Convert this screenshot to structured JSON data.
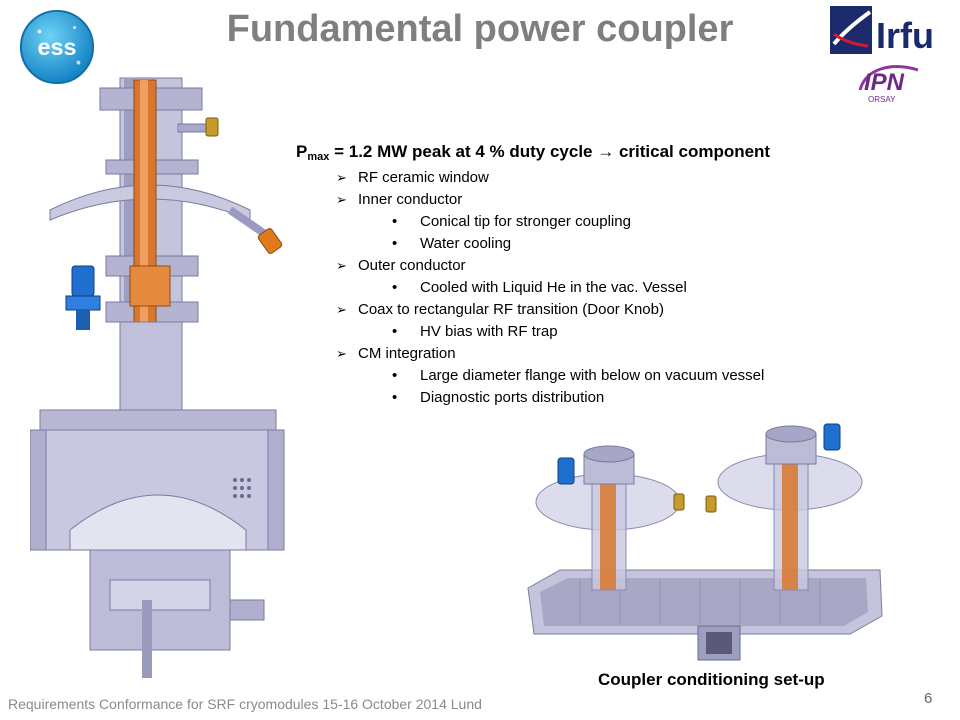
{
  "title": "Fundamental power coupler",
  "logos": {
    "ess": "ess",
    "irfu": "Irfu",
    "ipn": "IPN",
    "ipn_sub": "ORSAY"
  },
  "heading": {
    "p": "P",
    "sub": "max",
    "rest": " = 1.2 MW peak at 4 % duty cycle → critical component"
  },
  "bullet_glyph": "➢",
  "dot_glyph": "•",
  "items": [
    {
      "level": 1,
      "text": "RF ceramic window"
    },
    {
      "level": 1,
      "text": "Inner conductor"
    },
    {
      "level": 2,
      "text": "Conical tip for stronger coupling"
    },
    {
      "level": 2,
      "text": "Water cooling"
    },
    {
      "level": 1,
      "text": "Outer conductor"
    },
    {
      "level": 2,
      "text": "Cooled with Liquid He in the vac. Vessel"
    },
    {
      "level": 1,
      "text": "Coax to rectangular RF transition (Door Knob)"
    },
    {
      "level": 2,
      "text": "HV bias with RF trap"
    },
    {
      "level": 1,
      "text": "CM integration"
    },
    {
      "level": 2,
      "text": "Large diameter flange with below on vacuum vessel"
    },
    {
      "level": 2,
      "text": "Diagnostic ports distribution"
    }
  ],
  "caption": "Coupler conditioning set-up",
  "footer": "Requirements Conformance for SRF cryomodules 15-16 October 2014    Lund",
  "page_number": "6",
  "colors": {
    "title": "#7f7f7f",
    "copper": "#d9772e",
    "steel": "#b9b9d6",
    "steel_dark": "#8a8ab0",
    "blue": "#1f6fd1",
    "ess_blue": "#1ba3dd",
    "irfu_blue": "#1a2a6c",
    "ipn_purple": "#6b2a86"
  }
}
